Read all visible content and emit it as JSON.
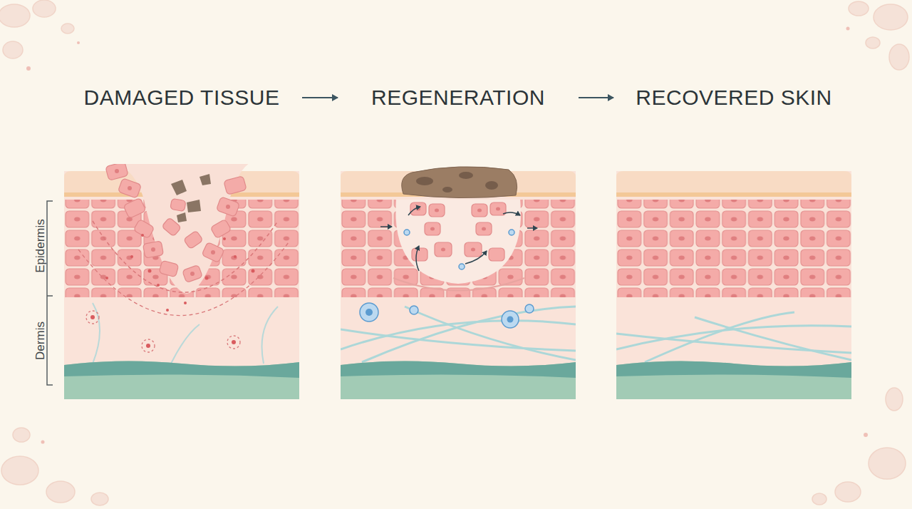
{
  "diagram": {
    "nodes": [
      {
        "text": [
          "DAMAGED TISSUE"
        ]
      },
      {
        "text": [
          "REGENERATION"
        ]
      },
      {
        "text": [
          "RECOVERED SKIN"
        ]
      }
    ],
    "edges": [
      {
        "from": 0,
        "to": 1,
        "arrow": "to"
      },
      {
        "from": 1,
        "to": 2,
        "arrow": "to"
      }
    ],
    "labels": [
      "Epidermis",
      "Dermis"
    ]
  }
}
